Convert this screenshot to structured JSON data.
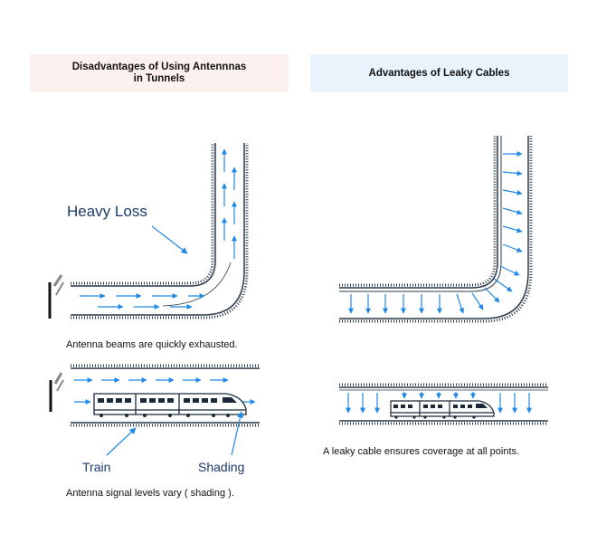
{
  "left_panel": {
    "header_line1": "Disadvantages of Using Antennnas",
    "header_line2": "in Tunnels",
    "label_heavy_loss": "Heavy Loss",
    "caption_top": "Antenna beams are quickly exhausted.",
    "label_train": "Train",
    "label_shading": "Shading",
    "caption_bottom": "Antenna signal levels vary ( shading )."
  },
  "right_panel": {
    "header": "Advantages of Leaky Cables",
    "caption_bottom": "A leaky cable ensures coverage at all points."
  },
  "colors": {
    "accent_blue": "#1e88e5",
    "label_navy": "#1a3a6b",
    "wall_dark": "#2a3a4a",
    "left_header_bg": "#fdf1ef",
    "right_header_bg": "#e9f3fb"
  }
}
